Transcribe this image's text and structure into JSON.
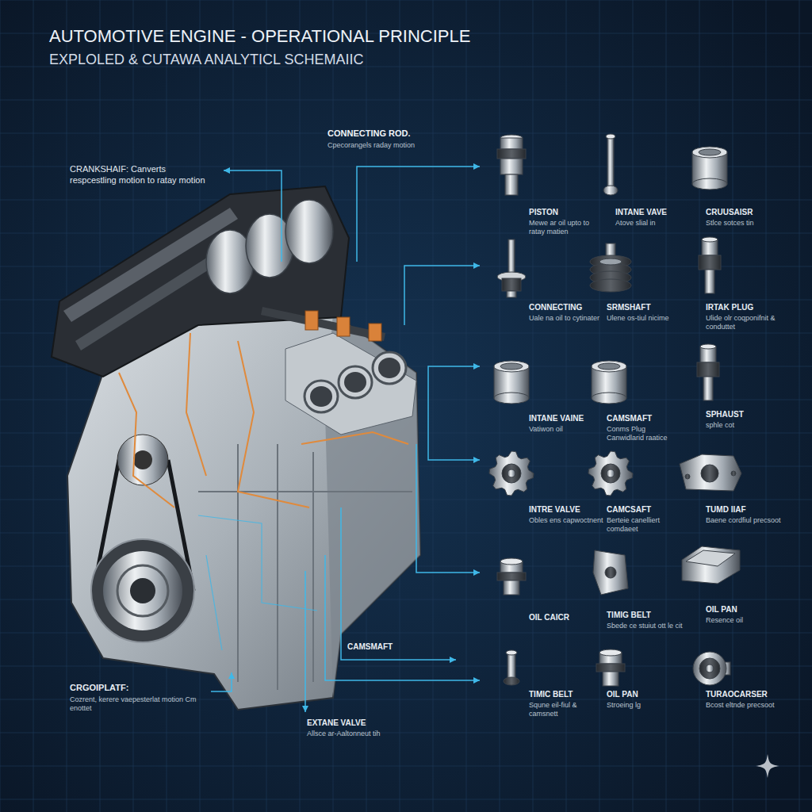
{
  "diagram": {
    "title": "AUTOMOTIVE ENGINE - OPERATIONAL PRINCIPLE",
    "labels": [
      "EXPLOLED & CUTAWA ANALYTICL SCHEMAIIC",
      "CONNECTING ROD.",
      "Cpecorangels raday motion",
      "CRANKSHAIF: Canverts respcestling motion to ratay motion",
      "PISTON",
      "Mewe ar oil upto to ratay matien",
      "INTANE VAVE",
      "Atove slial in",
      "CRUUSAISR",
      "Stlce sotces tin",
      "CONNECTING",
      "Uale na oil to cytinater",
      "SRMSHAFT",
      "Ulene os-tiul nicime",
      "IRTAK PLUG",
      "Ulide olr coqponifnit & conduttet",
      "INTANE VAINE",
      "Vatiwon oil",
      "CAMSMAFT",
      "Conms Plug Canwidlarid raatice",
      "SPHAUST",
      "sphle cot",
      "INTRE VALVE",
      "Obles ens capwoctnent",
      "CAMCSAFT",
      "Berteie canelliert comdaeet",
      "TUMD IIAF",
      "Baene cordfiul precsoot",
      "OIL CAICR",
      "TIMIG BELT",
      "Sbede ce stuiut ott le cit",
      "OIL PAN",
      "Resence oil",
      "TIMIC BELT",
      "Squne eil-fiul & camsnett",
      "OIL PAN",
      "Stroeing lg",
      "TURAOCARSER",
      "Bcost eltnde precsoot",
      "CRGOIPLATF:",
      "Cozrent, kerere vaepesterlat motion Cm enottet",
      "CAMSMAFT",
      "EXTANE VALVE",
      "Allsce ar-Aaltonneut tih"
    ]
  }
}
